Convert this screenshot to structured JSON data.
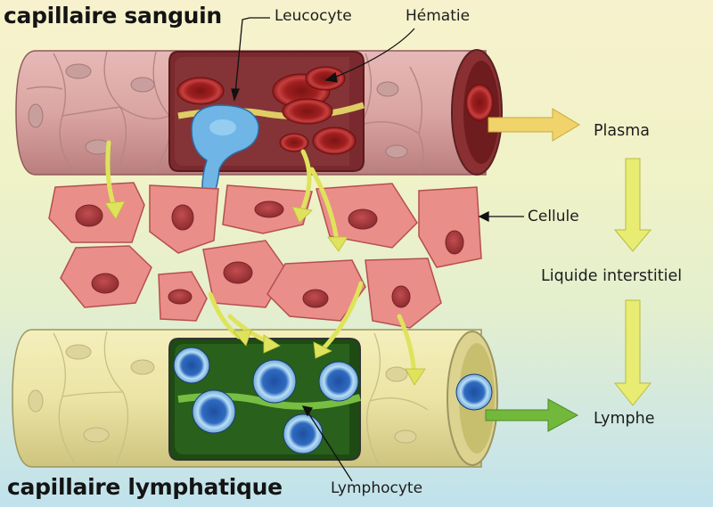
{
  "titles": {
    "top": "capillaire sanguin",
    "bottom": "capillaire lymphatique"
  },
  "labels": {
    "leucocyte": "Leucocyte",
    "hematie": "Hématie",
    "cellule": "Cellule",
    "lymphocyte": "Lymphocyte"
  },
  "flow": {
    "plasma": "Plasma",
    "interstitial": "Liquide interstitiel",
    "lymph": "Lymphe"
  },
  "colors": {
    "blood_vessel": "#d9a7a5",
    "lymph_vessel": "#eee7a7",
    "cells": "#ea8e8a",
    "nucleus": "#a23a3d",
    "arrows": "#dfe35c",
    "lymph_arrow": "#72b83a",
    "leucocyte": "#6fb6e7"
  }
}
